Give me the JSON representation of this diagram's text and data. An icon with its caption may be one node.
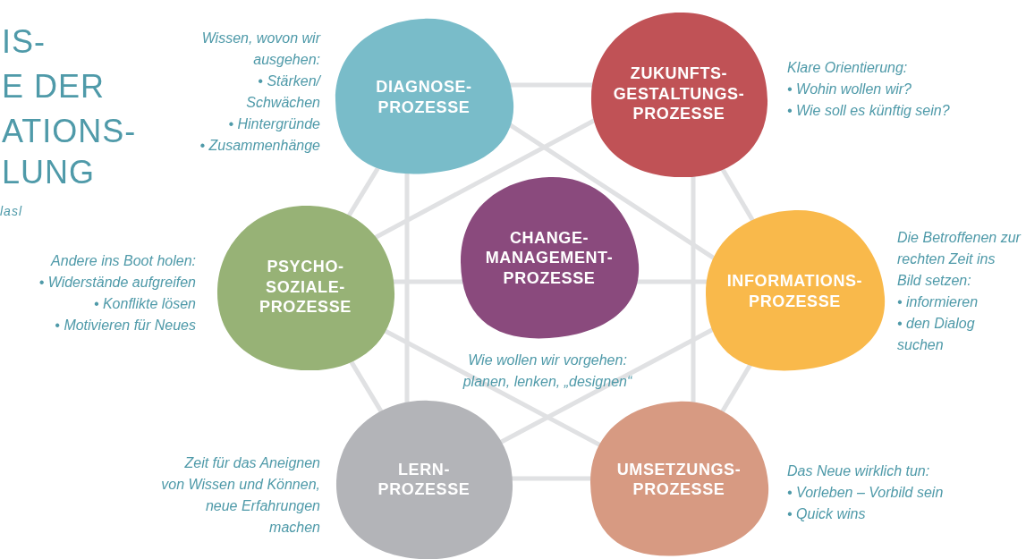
{
  "diagram": {
    "nodes": [
      {
        "text": [
          "DIAGNOSE- PROZESSE"
        ],
        "beside": [
          "Wissen, wovon wir ausgehen:",
          "• Stärken/ Schwächen",
          "• Hintergründe",
          "• Zusammenhänge"
        ]
      },
      {
        "text": [
          "ZUKUNFTS- GESTALTUNGS- PROZESSE"
        ],
        "beside": [
          "Klare Orientierung:",
          "• Wohin wollen wir?",
          "• Wie soll es künftig sein?"
        ]
      },
      {
        "text": [
          "PSYCHO- SOZIALE- PROZESSE"
        ],
        "beside": [
          "Andere ins Boot holen:",
          "• Widerstände aufgreifen",
          "• Konflikte lösen",
          "• Motivieren für Neues"
        ]
      },
      {
        "text": [
          "CHANGE- MANAGEMENT- PROZESSE"
        ],
        "beside": [
          "Wie wollen wir vorgehen: planen, lenken, „designen“"
        ]
      },
      {
        "text": [
          "INFORMATIONS- PROZESSE"
        ],
        "beside": [
          "Die Betroffenen zur rechten Zeit ins Bild setzen:",
          "• informieren",
          "• den Dialog suchen"
        ]
      },
      {
        "text": [
          "LERN- PROZESSE"
        ],
        "beside": [
          "Zeit für das Aneignen von Wissen und Können, neue Erfahrungen machen"
        ]
      },
      {
        "text": [
          "UMSETZUNGS- PROZESSE"
        ],
        "beside": [
          "Das Neue wirklich tun:",
          "• Vorleben – Vorbild sein",
          "• Quick wins"
        ]
      }
    ],
    "edges": [
      {
        "from": 0,
        "to": 1,
        "arrow": "none"
      },
      {
        "from": 0,
        "to": 2,
        "arrow": "none"
      },
      {
        "from": 0,
        "to": 5,
        "arrow": "none"
      },
      {
        "from": 0,
        "to": 4,
        "arrow": "none"
      },
      {
        "from": 1,
        "to": 2,
        "arrow": "none"
      },
      {
        "from": 1,
        "to": 4,
        "arrow": "none"
      },
      {
        "from": 1,
        "to": 6,
        "arrow": "none"
      },
      {
        "from": 2,
        "to": 3,
        "arrow": "none"
      },
      {
        "from": 3,
        "to": 4,
        "arrow": "none"
      },
      {
        "from": 2,
        "to": 6,
        "arrow": "none"
      },
      {
        "from": 4,
        "to": 5,
        "arrow": "none"
      },
      {
        "from": 2,
        "to": 5,
        "arrow": "none"
      },
      {
        "from": 4,
        "to": 6,
        "arrow": "none"
      },
      {
        "from": 5,
        "to": 6,
        "arrow": "none"
      }
    ],
    "labels": [
      "IS-",
      "E DER",
      "ATIONS-",
      "LUNG",
      "lasl"
    ]
  }
}
